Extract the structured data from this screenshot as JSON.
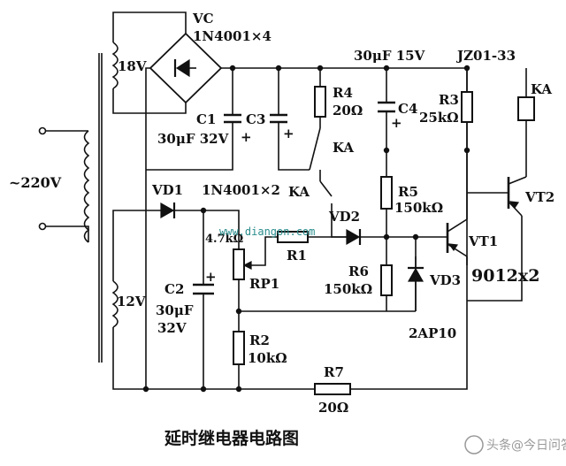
{
  "labels": {
    "vc": "VC",
    "bridge": "1N4001×4",
    "v18": "18V",
    "v220": "~220V",
    "v12": "12V",
    "c1": "C1",
    "c1_val": "30μF 32V",
    "c3": "C3",
    "c4": "C4",
    "c4c3_val": "30μF 15V",
    "r4": "R4",
    "r4_val": "20Ω",
    "relay_model": "JZ01-33",
    "r3": "R3",
    "r3_val": "25kΩ",
    "ka_coil": "KA",
    "ka_contact1": "KA",
    "ka_contact2": "KA",
    "vd1": "VD1",
    "vd1_model": "1N4001×2",
    "vd2": "VD2",
    "r5": "R5",
    "r5_val": "150kΩ",
    "vt2": "VT2",
    "vt1": "VT1",
    "rp1_val": "4.7kΩ",
    "r1": "R1",
    "rp1": "RP1",
    "r6": "R6",
    "r6_val": "150kΩ",
    "vd3": "VD3",
    "transistor_model": "9012x2",
    "c2": "C2",
    "c2_val1": "30μF",
    "c2_val2": "32V",
    "vd3_model": "2AP10",
    "r2": "R2",
    "r2_val": "10kΩ",
    "r7": "R7",
    "r7_val": "20Ω",
    "plus": "+"
  },
  "watermark": "www.diangon.com",
  "caption": "延时继电器电路图",
  "brand": "头条@今日问答"
}
